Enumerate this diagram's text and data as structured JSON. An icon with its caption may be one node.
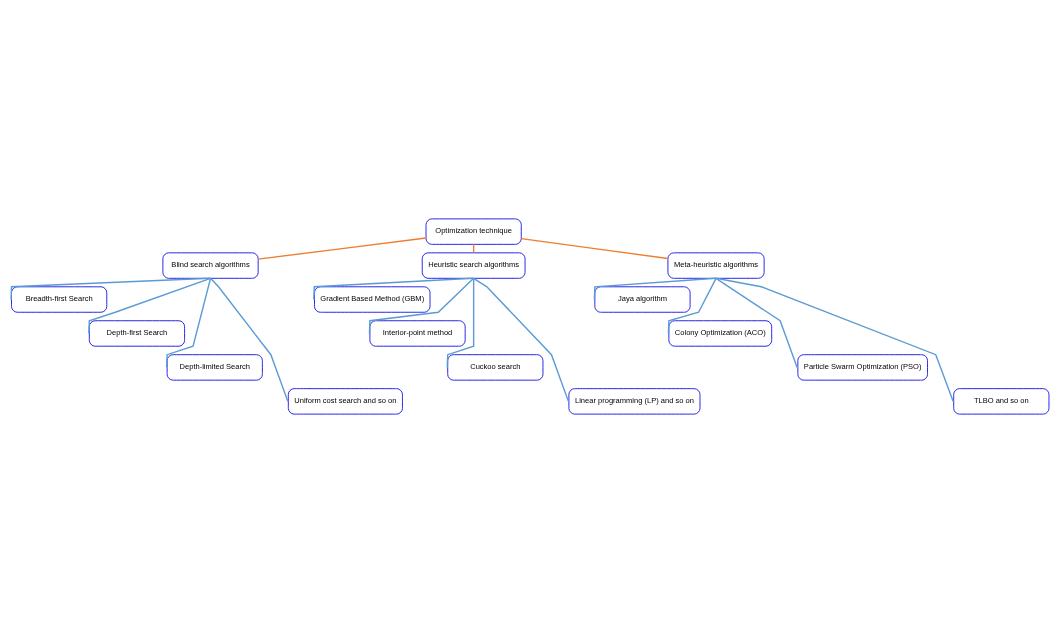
{
  "diagram": {
    "nodes": [
      {
        "text": [
          "Optimization technique"
        ]
      },
      {
        "text": [
          "Blind search algorithms"
        ]
      },
      {
        "text": [
          "Heuristic search algorithms"
        ]
      },
      {
        "text": [
          "Meta-heuristic algorithms"
        ]
      },
      {
        "text": [
          "Breadth-first Search"
        ]
      },
      {
        "text": [
          "Depth-first Search"
        ]
      },
      {
        "text": [
          "Depth-limited Search"
        ]
      },
      {
        "text": [
          "Uniform cost search and so on"
        ]
      },
      {
        "text": [
          "Gradient Based Method (GBM)"
        ]
      },
      {
        "text": [
          "Interior-point method"
        ]
      },
      {
        "text": [
          "Cuckoo search"
        ]
      },
      {
        "text": [
          "Linear programming (LP) and so on"
        ]
      },
      {
        "text": [
          "Jaya algorithm"
        ]
      },
      {
        "text": [
          "Colony Optimization (ACO)"
        ]
      },
      {
        "text": [
          "Particle Swarm Optimization (PSO)"
        ]
      },
      {
        "text": [
          "TLBO and so on"
        ]
      }
    ],
    "edges": [
      {
        "from": 0,
        "to": 1,
        "arrow": "none",
        "color": "#ed7d31"
      },
      {
        "from": 0,
        "to": 2,
        "arrow": "none",
        "color": "#ed7d31"
      },
      {
        "from": 0,
        "to": 3,
        "arrow": "none",
        "color": "#ed7d31"
      },
      {
        "from": 1,
        "to": 4,
        "arrow": "none"
      },
      {
        "from": 1,
        "to": 5,
        "arrow": "none"
      },
      {
        "from": 1,
        "to": 6,
        "arrow": "none"
      },
      {
        "from": 1,
        "to": 7,
        "arrow": "none"
      },
      {
        "from": 2,
        "to": 8,
        "arrow": "none"
      },
      {
        "from": 2,
        "to": 9,
        "arrow": "none"
      },
      {
        "from": 2,
        "to": 10,
        "arrow": "none"
      },
      {
        "from": 2,
        "to": 11,
        "arrow": "none"
      },
      {
        "from": 3,
        "to": 12,
        "arrow": "none"
      },
      {
        "from": 3,
        "to": 13,
        "arrow": "none"
      },
      {
        "from": 3,
        "to": 14,
        "arrow": "none"
      },
      {
        "from": 3,
        "to": 15,
        "arrow": "none"
      }
    ]
  }
}
